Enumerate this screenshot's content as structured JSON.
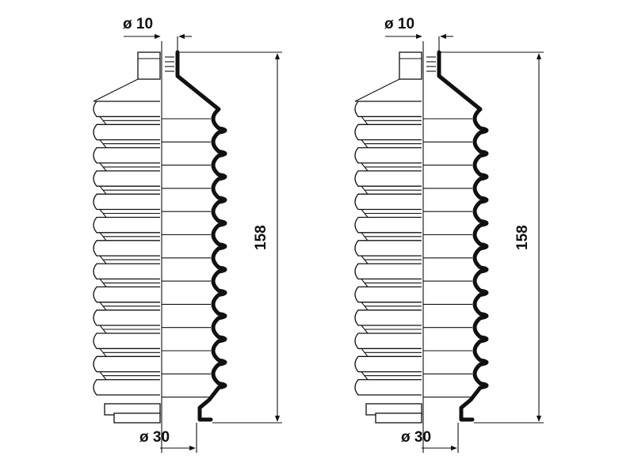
{
  "drawing": {
    "views": [
      {
        "top_diameter_label": "ø 10",
        "bottom_diameter_label": "ø 30",
        "length_label": "158"
      },
      {
        "top_diameter_label": "ø 10",
        "bottom_diameter_label": "ø 30",
        "length_label": "158"
      }
    ],
    "colors": {
      "line": "#111111",
      "background": "#ffffff"
    }
  }
}
